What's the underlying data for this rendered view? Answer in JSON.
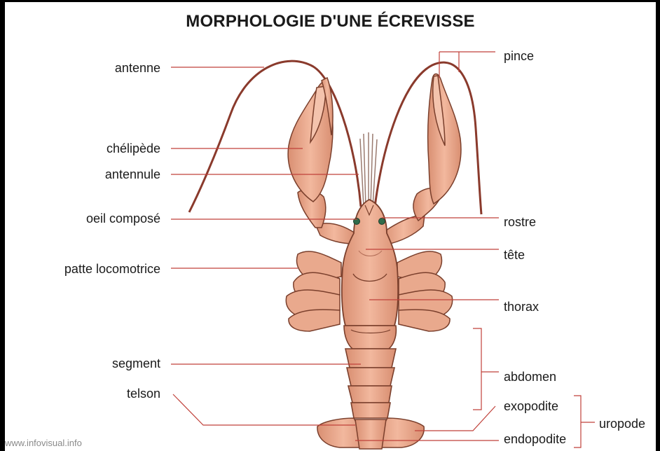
{
  "title": "MORPHOLOGIE D'UNE ÉCREVISSE",
  "credit": "www.infovisual.info",
  "labels": {
    "left": [
      "antenne",
      "chélipède",
      "antennule",
      "oeil composé",
      "patte locomotrice",
      "segment",
      "telson"
    ],
    "right": [
      "pince",
      "rostre",
      "tête",
      "thorax",
      "abdomen",
      "exopodite",
      "endopodite",
      "uropode"
    ]
  },
  "colors": {
    "body": "#e9a98d",
    "body_shadow": "#c7826a",
    "outline": "#7a3f2c",
    "leader_line": "#c0413a",
    "eye": "#2f6b4a"
  }
}
